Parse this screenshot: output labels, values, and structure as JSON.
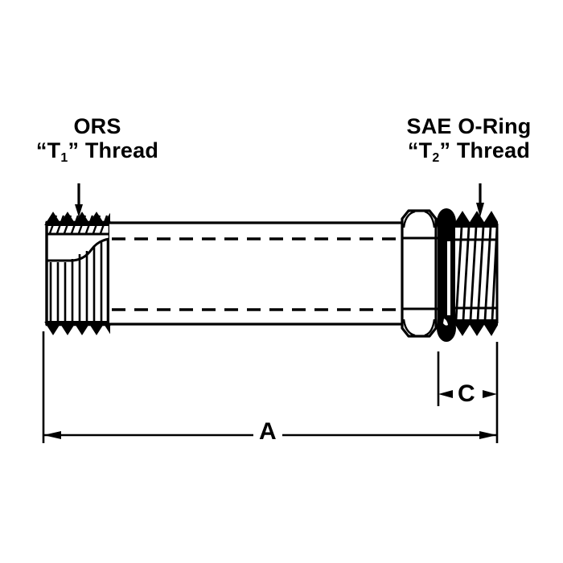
{
  "drawing": {
    "type": "technical-line-drawing",
    "subject": "ORS to SAE O-Ring straight adapter fitting",
    "background_color": "#ffffff",
    "line_color": "#000000"
  },
  "labels": {
    "left": {
      "line1": "ORS",
      "line2_prefix": "“T",
      "line2_subscript": "1",
      "line2_suffix": "” Thread",
      "leader": "arrow-down"
    },
    "right": {
      "line1": "SAE O-Ring",
      "line2_prefix": "“T",
      "line2_subscript": "2",
      "line2_suffix": "” Thread",
      "leader": "arrow-down"
    }
  },
  "dimensions": {
    "overall": {
      "label": "A",
      "style": "double-arrow-outward",
      "span": "full-length"
    },
    "shoulder": {
      "label": "C",
      "style": "double-arrow-inward",
      "span": "sae-thread-length"
    }
  },
  "features": {
    "left_thread": "ORS male thread",
    "body": "hex-barrel tube with hidden bore lines",
    "hex_nut": "hex wrench flats",
    "o_ring": "black o-ring seal",
    "right_thread": "SAE straight thread"
  }
}
